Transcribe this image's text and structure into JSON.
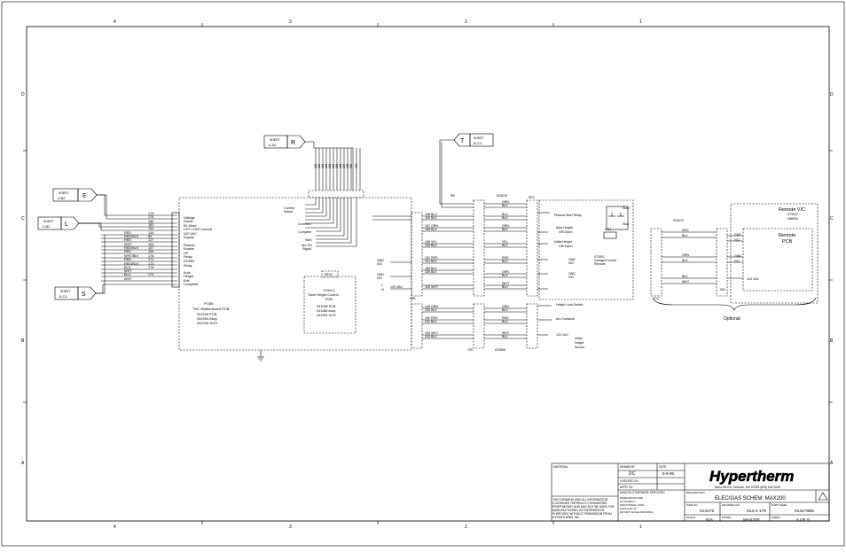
{
  "border": {
    "cols": [
      "4",
      "3",
      "2",
      "1"
    ],
    "rows": [
      "D",
      "C",
      "B",
      "A"
    ]
  },
  "sheet_refs": [
    {
      "sheet_label": "SHEET",
      "ref": "2-B2",
      "letter": "E"
    },
    {
      "sheet_label": "SHEET",
      "ref": "2-B2",
      "letter": "L"
    },
    {
      "sheet_label": "SHEET",
      "ref": "8-C1",
      "letter": "S"
    },
    {
      "sheet_label": "SHEET",
      "ref": "2-A2",
      "letter": "R"
    },
    {
      "sheet_label": "SHEET",
      "ref": "8-C3",
      "letter": "T"
    }
  ],
  "thc_board": {
    "title": "PCB8",
    "lines": [
      "THC Motherboard PCB",
      "041150 PCB",
      "041094 Assy",
      "041216 SCH"
    ],
    "wire_numbers": [
      "179",
      "178",
      "180",
      "181",
      "132",
      "134",
      "80",
      "127",
      "164",
      "137",
      "166",
      "176",
      "171",
      "173",
      "175",
      "174"
    ],
    "wire_colors": [
      "RED",
      "RED/BLK",
      "RED",
      "WHT",
      "RED/BLK",
      "RED",
      "WHT/BLK",
      "RED",
      "RED/BLK",
      "BLU",
      "WHT",
      "BLU",
      "WHT"
    ],
    "signals": [
      "Voltage",
      "Divide",
      "90-Short",
      "CHT+CHS Current",
      "120 VAC",
      "Supply",
      "Plasma",
      "Enable",
      "UP",
      "Relay",
      "DOWN",
      "Relay",
      "Auto",
      "Height",
      "Edit",
      "Complete"
    ],
    "right_signals": [
      "Current",
      "Select",
      "Common",
      "Complete",
      "Start",
      "Arc ON",
      "Signal"
    ],
    "right_wires": [
      "GND",
      "ISO",
      "GND",
      "ISO",
      "L",
      "N"
    ],
    "vac": "120 VAC"
  },
  "torch_height_board": {
    "title": "PCB13",
    "lines": [
      "Torch Height Control",
      "PCB",
      "041055 PCB",
      "041186 Assy",
      "041190 SCH"
    ],
    "conn": "REC2"
  },
  "harness": {
    "top_numbers": [
      "000",
      "160",
      "161",
      "162",
      "163",
      "164",
      "165",
      "166",
      "167",
      "168",
      "169",
      "170"
    ],
    "left_wire_labels": [
      "158 BLU",
      "159 BLK",
      "157 GRN",
      "158 BLK",
      "155 YEL",
      "155 BLK",
      "151 RED",
      "151 BLK",
      "156 BLK",
      "156 BLK",
      "155 WHT",
      "149 GRN",
      "150 BLK",
      "152 RED",
      "151 BLK",
      "154 WHT",
      "153 BLK"
    ],
    "center_colors": [
      "GRN",
      "BLK",
      "BLU",
      "BLK",
      "GRN",
      "BLK",
      "YEL",
      "BLK",
      "RED",
      "BLK",
      "GRN",
      "BLK",
      "WHT",
      "BLK",
      "GRN",
      "BLK",
      "RED",
      "BLK",
      "WHT",
      "BLK"
    ],
    "conn_top": "023219",
    "conn_bottom": "023898",
    "plugs": [
      "RB",
      "REC",
      "PAB",
      "T39"
    ]
  },
  "remote_block": {
    "labels": [
      "Plasma Start Relay",
      "Auto Height",
      "Off=Open",
      "Initial Height",
      "Off=Open",
      "GND",
      "ISO",
      "GND",
      "ISO",
      "Height Lock Switch",
      "Arc Contacts",
      "120 VAC",
      "Initial",
      "Height",
      "Sensor"
    ],
    "title": [
      "073001",
      "Voltage/Current",
      "Remote"
    ],
    "relays": [
      "CR1",
      "Start",
      "Stop"
    ]
  },
  "optional": {
    "conn": "023470",
    "wires": [
      "RED",
      "BLK",
      "GRN",
      "BLK",
      "BLK",
      "WHT"
    ],
    "remote_vc": [
      "Remote V/C",
      "073007",
      "056004"
    ],
    "remote_pcb": [
      "Remote",
      "PCB"
    ],
    "pcb_pins": [
      "GND",
      "ISO",
      "GND",
      "ISO",
      "120 VAC"
    ],
    "label": "Optional",
    "plug_left": "TX2",
    "plug_right": "001"
  },
  "title_block": {
    "company": "Hypertherm",
    "address": "West Hill Rd, Hanover, NH 03755 (603) 643-3441",
    "material_label": "MATERIAL",
    "drawn_by_label": "DRAWN BY",
    "drawn_by": "DC",
    "date_label": "DATE",
    "date": "5-9-96",
    "checked_label": "CHECKED BY",
    "approved_label": "APPR. BY",
    "unless_text": "UNLESS OTHERWISE SPECIFIED",
    "tolerances": [
      "DIMENSIONS ARE",
      "IN INCHES ±",
      "FRACTIONAL ±1/64",
      "ANGULAR ±1°",
      "DO NOT SCALE DRAWING"
    ],
    "notice": "THIS DRAWING AND ALL INFORMATION CONTAINED THEREIN IS CONSIDERED PROPRIETARY AND MAY NOT BE USED FOR MANUFACTURING OR INFORMATION PURPOSES WITHOUT PERMISSION FROM HYPERTHERM, INC.",
    "description_label": "DESCRIPTION",
    "description": "ELEC/GAS SCHEM: MAX200",
    "item_label": "ITEM NO.",
    "item": "013179",
    "drawing_label": "DRAWING NO.",
    "drawing": "013-2-179",
    "partname_label": "PART NAME",
    "partname": "013179B5",
    "scale_label": "SCALE",
    "scale": "N/A",
    "model_label": "MODEL",
    "model": "MAX200",
    "sheet_label": "SHEET",
    "sheet": "5 OF 9"
  }
}
